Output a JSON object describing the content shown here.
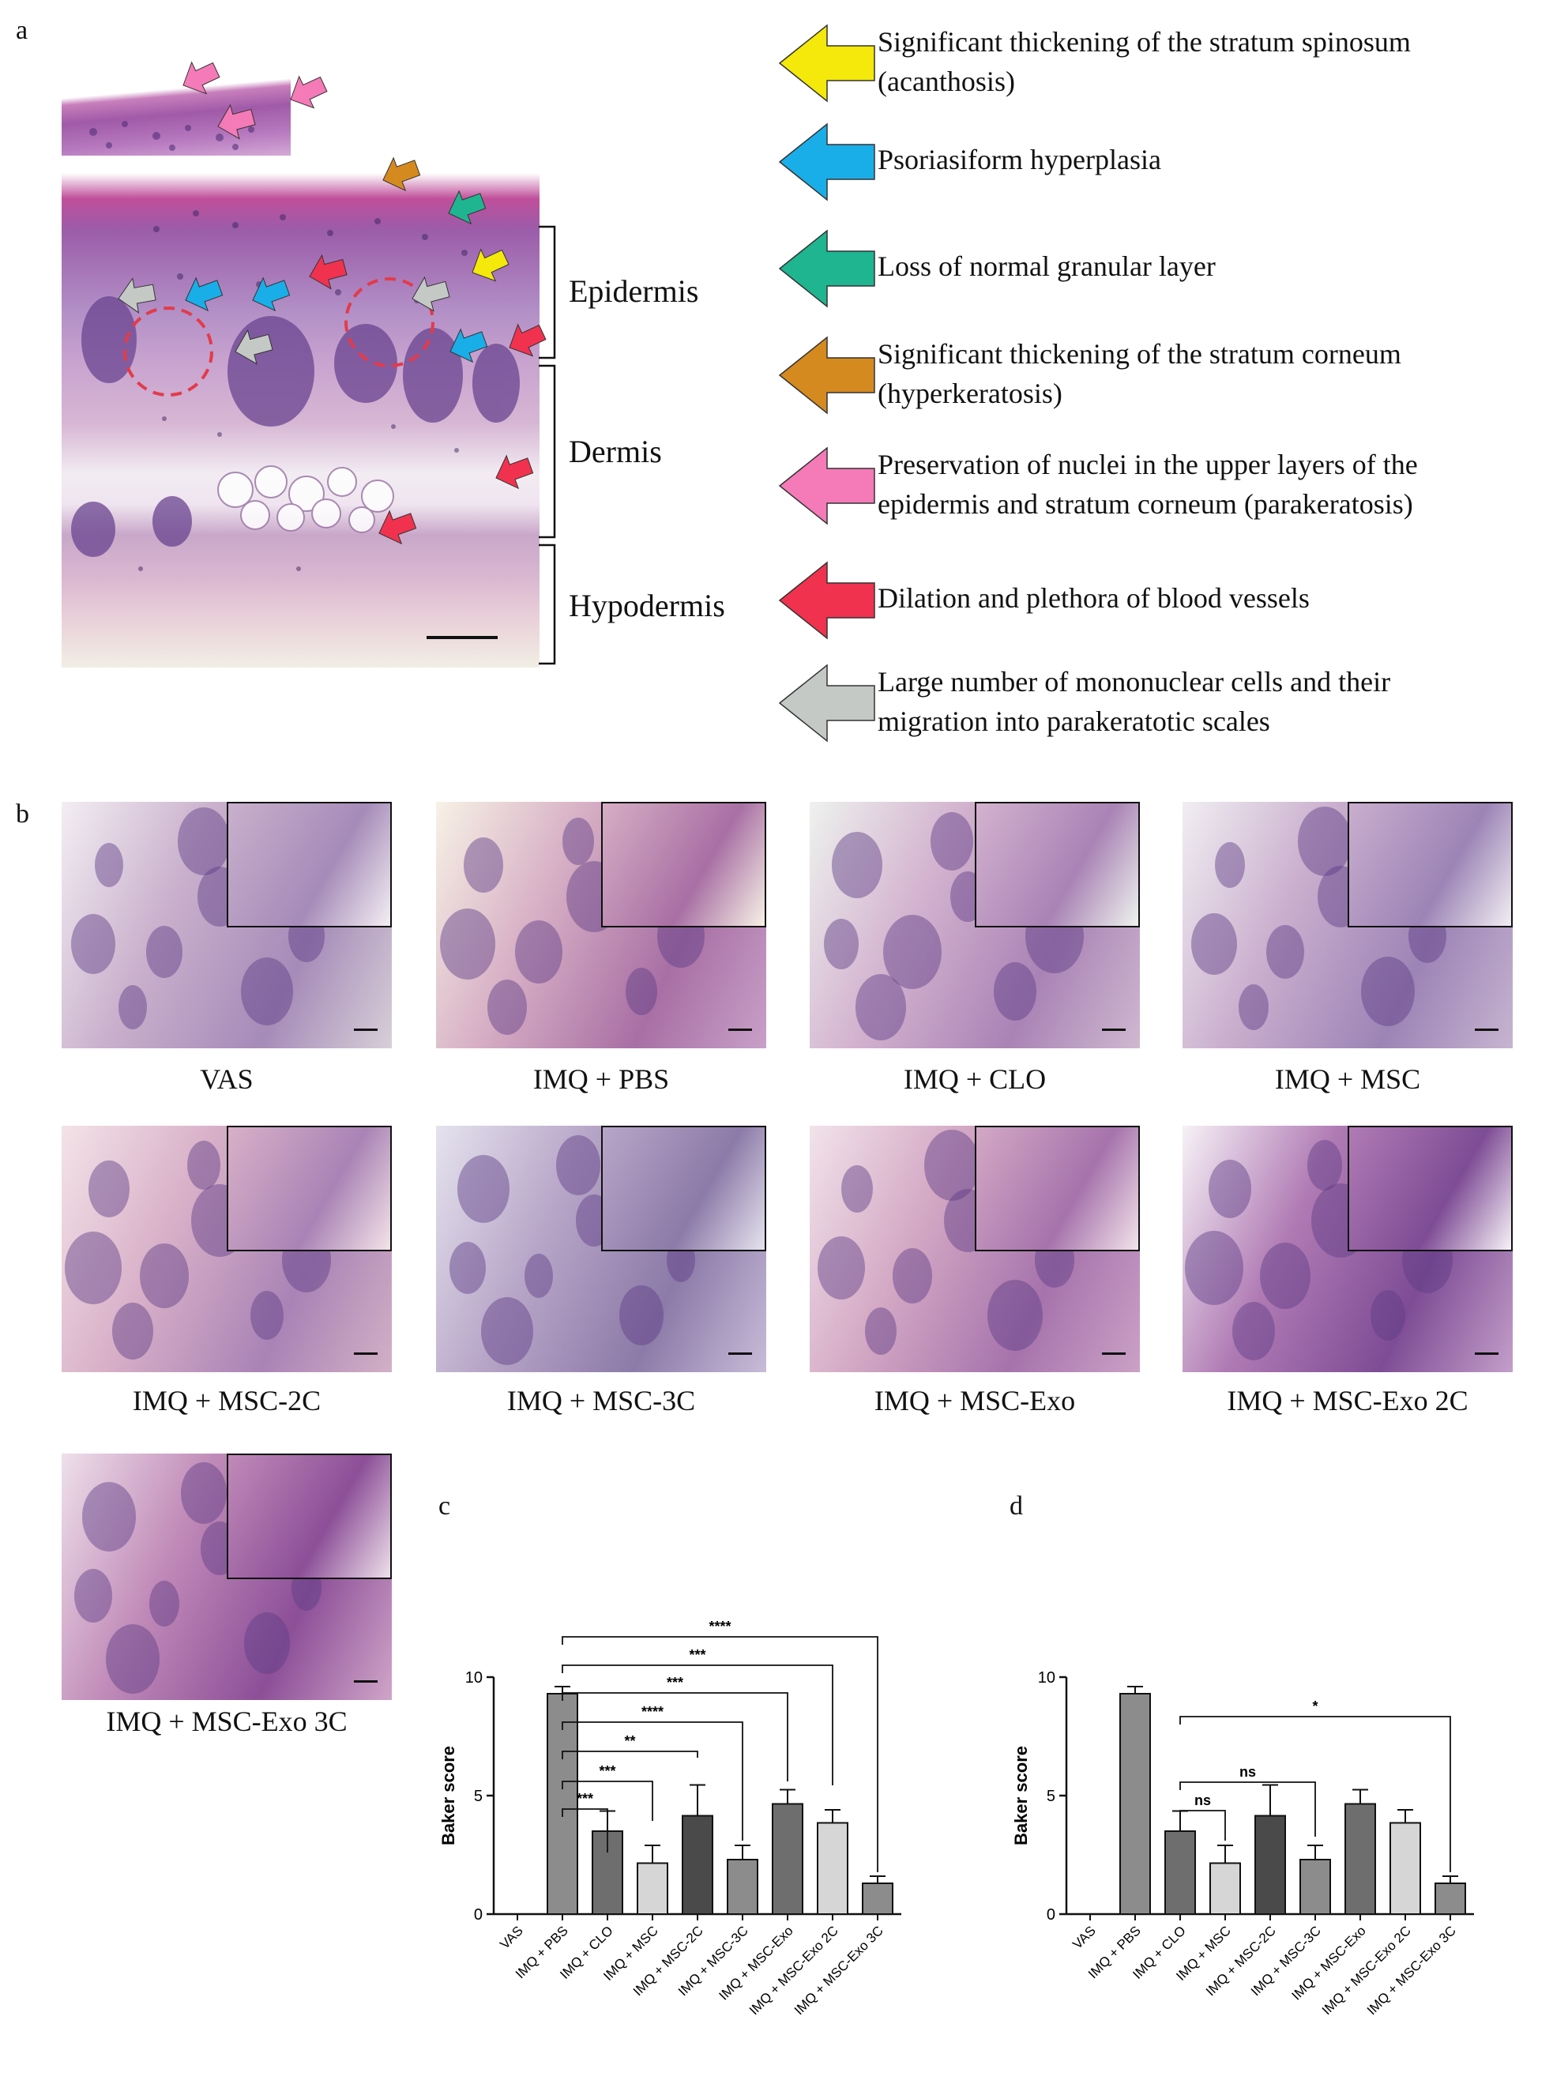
{
  "panel_labels": {
    "a": "a",
    "b": "b",
    "c": "c",
    "d": "d"
  },
  "colors": {
    "yellow": "#f4e90a",
    "blue": "#19aee8",
    "teal": "#1fb590",
    "brown": "#d48a1e",
    "pink": "#f57ab8",
    "red": "#f0324f",
    "gray": "#c4c9c6",
    "bar_mid": "#8c8c8c",
    "bar_light": "#d6d6d6",
    "bar_dark": "#4a4a4a",
    "bar_mid2": "#6e6e6e"
  },
  "legend": [
    {
      "color": "yellow",
      "lines": [
        "Significant thickening of the stratum spinosum",
        "(acanthosis)"
      ]
    },
    {
      "color": "blue",
      "lines": [
        "Psoriasiform hyperplasia"
      ]
    },
    {
      "color": "teal",
      "lines": [
        "Loss of normal granular layer"
      ]
    },
    {
      "color": "brown",
      "lines": [
        "Significant thickening of the stratum corneum",
        "(hyperkeratosis)"
      ]
    },
    {
      "color": "pink",
      "lines": [
        "Preservation of nuclei in the upper layers of the",
        "epidermis and stratum corneum (parakeratosis)"
      ]
    },
    {
      "color": "red",
      "lines": [
        "Dilation and plethora of blood vessels"
      ]
    },
    {
      "color": "gray",
      "lines": [
        "Large number of mononuclear cells and their",
        "migration into parakeratotic scales"
      ]
    }
  ],
  "layers": {
    "epidermis": "Epidermis",
    "dermis": "Dermis",
    "hypodermis": "Hypodermis"
  },
  "groups": [
    "VAS",
    "IMQ + PBS",
    "IMQ + CLO",
    "IMQ + MSC",
    "IMQ + MSC-2C",
    "IMQ + MSC-3C",
    "IMQ + MSC-Exo",
    "IMQ + MSC-Exo 2C",
    "IMQ + MSC-Exo 3C"
  ],
  "chart_data": [
    {
      "panel": "c",
      "type": "bar",
      "ylabel": "Baker score",
      "ylim": [
        0,
        10
      ],
      "yticks": [
        0,
        5,
        10
      ],
      "categories": [
        "VAS",
        "IMQ + PBS",
        "IMQ + CLO",
        "IMQ + MSC",
        "IMQ + MSC-2C",
        "IMQ + MSC-3C",
        "IMQ + MSC-Exo",
        "IMQ + MSC-Exo 2C",
        "IMQ + MSC-Exo 3C"
      ],
      "values": [
        0,
        9.3,
        3.5,
        2.15,
        4.15,
        2.3,
        4.65,
        3.85,
        1.3
      ],
      "errors": [
        0,
        0.3,
        0.85,
        0.75,
        1.3,
        0.6,
        0.6,
        0.55,
        0.3
      ],
      "bar_colors": [
        "bar_mid",
        "bar_mid",
        "bar_mid2",
        "bar_light",
        "bar_dark",
        "bar_mid",
        "bar_mid2",
        "bar_light",
        "bar_mid"
      ],
      "comparisons": [
        {
          "from": 1,
          "to": 2,
          "label": "***"
        },
        {
          "from": 1,
          "to": 3,
          "label": "***"
        },
        {
          "from": 1,
          "to": 4,
          "label": "**"
        },
        {
          "from": 1,
          "to": 5,
          "label": "****"
        },
        {
          "from": 1,
          "to": 6,
          "label": "***"
        },
        {
          "from": 1,
          "to": 7,
          "label": "***"
        },
        {
          "from": 1,
          "to": 8,
          "label": "****"
        }
      ]
    },
    {
      "panel": "d",
      "type": "bar",
      "ylabel": "Baker score",
      "ylim": [
        0,
        10
      ],
      "yticks": [
        0,
        5,
        10
      ],
      "categories": [
        "VAS",
        "IMQ + PBS",
        "IMQ + CLO",
        "IMQ + MSC",
        "IMQ + MSC-2C",
        "IMQ + MSC-3C",
        "IMQ + MSC-Exo",
        "IMQ + MSC-Exo 2C",
        "IMQ + MSC-Exo 3C"
      ],
      "values": [
        0,
        9.3,
        3.5,
        2.15,
        4.15,
        2.3,
        4.65,
        3.85,
        1.3
      ],
      "errors": [
        0,
        0.3,
        0.85,
        0.75,
        1.3,
        0.6,
        0.6,
        0.55,
        0.3
      ],
      "bar_colors": [
        "bar_mid",
        "bar_mid",
        "bar_mid2",
        "bar_light",
        "bar_dark",
        "bar_mid",
        "bar_mid2",
        "bar_light",
        "bar_mid"
      ],
      "comparisons": [
        {
          "from": 2,
          "to": 3,
          "label": "ns"
        },
        {
          "from": 2,
          "to": 5,
          "label": "ns"
        },
        {
          "from": 2,
          "to": 8,
          "label": "*"
        }
      ]
    }
  ]
}
